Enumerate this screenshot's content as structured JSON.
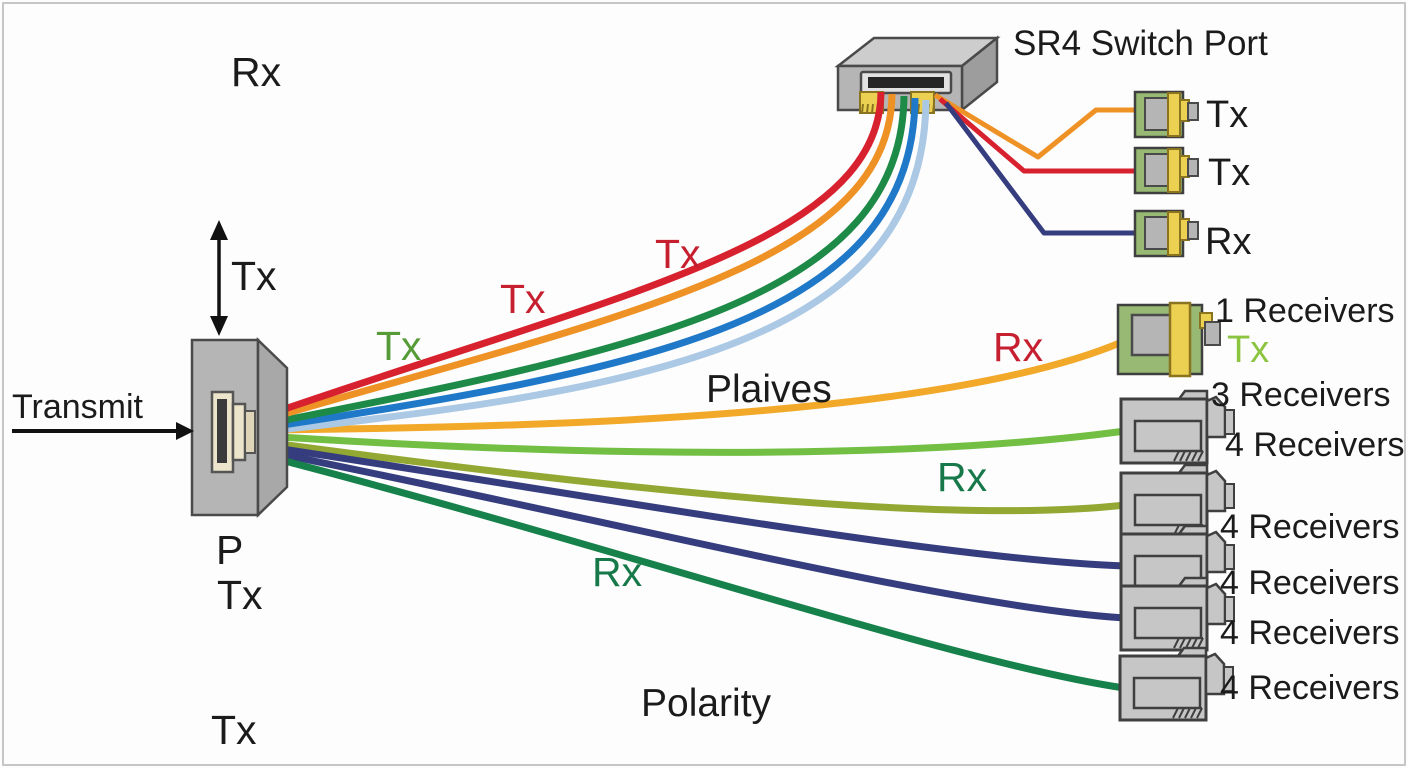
{
  "diagram_title": "SR4 Switch Port",
  "labels": {
    "rx_top": "Rx",
    "tx_updown_arrow": "Tx",
    "transmit": "Transmit",
    "p_connector": "P",
    "tx_below_p": "Tx",
    "tx_bottom_left": "Tx",
    "tx_green_fan": "Tx",
    "tx_red_mid": "Tx",
    "tx_red_upper": "Tx",
    "plaives": "Plaives",
    "rx_red": "Rx",
    "rx_green_upper": "Rx",
    "rx_green_lower": "Rx",
    "polarity": "Polarity"
  },
  "switch": {
    "title": "SR4 Switch Port",
    "ports": [
      "Tx",
      "Tx",
      "Rx"
    ]
  },
  "receivers": {
    "labels": [
      "1 Receivers",
      "3 Receivers",
      "4 Receivers",
      "4 Receivers",
      "4 Receivers",
      "4 Receivers",
      "4 Receivers"
    ],
    "tx_sublabel": "Tx"
  },
  "cables": {
    "red": "#d8212f",
    "orange": "#ef9226",
    "green": "#1d8a47",
    "blue": "#2079c8",
    "light_blue": "#abc8e4",
    "gold": "#f2a929",
    "light_green": "#72bf44",
    "olive": "#93a733",
    "navy": "#353d7e",
    "dark_green": "#16814a"
  },
  "text_colors": {
    "red": "#c51f30",
    "green": "#569b37",
    "dark_green": "#17794a",
    "light_green": "#8bc43f",
    "black": "#1b1b1b"
  },
  "shape_colors": {
    "connector_gray": "#b5b5b5",
    "plug_gray": "#c6c6c6",
    "jack_green": "#97b974",
    "jack_yellow": "#ecd052",
    "ferrule_beige": "#ece4cb"
  }
}
